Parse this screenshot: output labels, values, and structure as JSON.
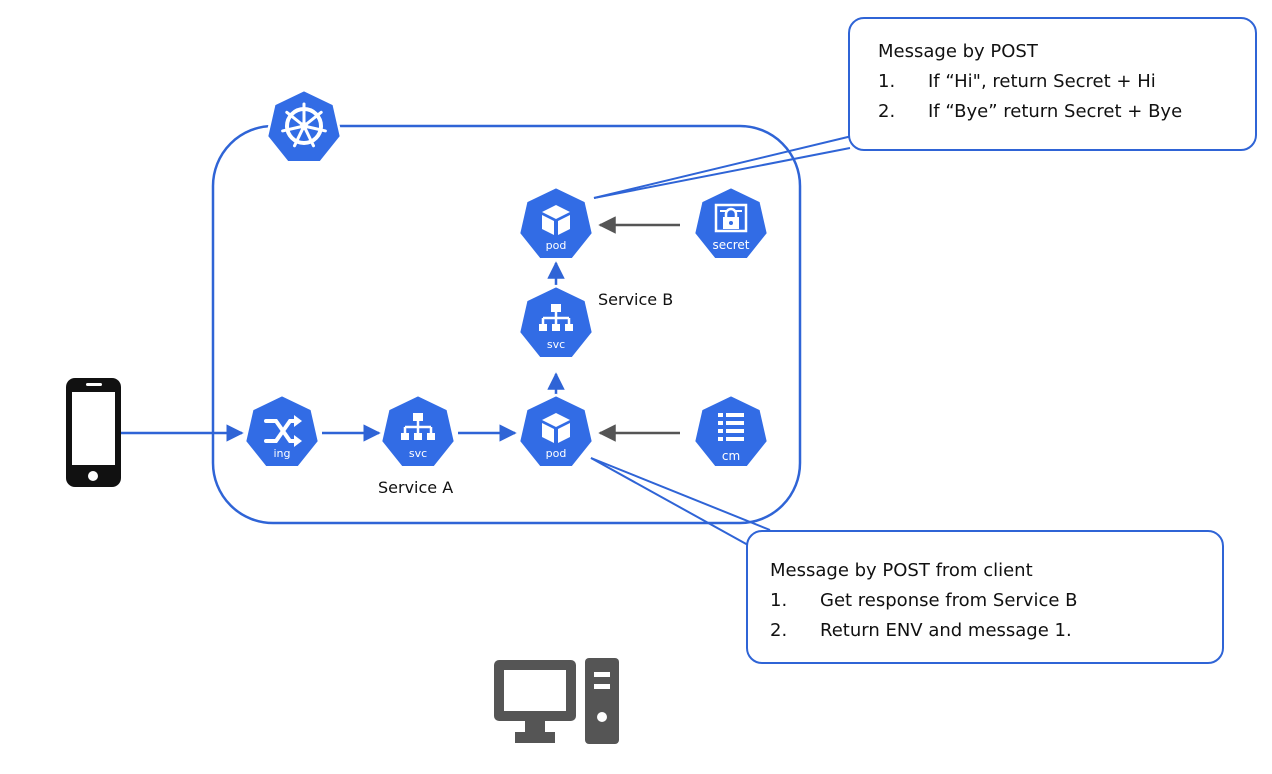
{
  "diagram": {
    "colors": {
      "accent": "#2f64d6",
      "k8s_blue": "#326ce5",
      "arrow_gray": "#555555",
      "device": "#111111",
      "computer": "#555555"
    },
    "nodes": {
      "ingress": {
        "icon": "ingress-icon",
        "label": "ing"
      },
      "svc_a": {
        "icon": "service-icon",
        "label": "svc"
      },
      "pod_a": {
        "icon": "pod-icon",
        "label": "pod"
      },
      "svc_b": {
        "icon": "service-icon",
        "label": "svc"
      },
      "pod_b": {
        "icon": "pod-icon",
        "label": "pod"
      },
      "secret": {
        "icon": "secret-icon",
        "label": "secret"
      },
      "cm": {
        "icon": "configmap-icon",
        "label": "cm"
      }
    },
    "labels": {
      "service_a": "Service A",
      "service_b": "Service B"
    },
    "callout_b": {
      "title": "Message by POST",
      "items": [
        {
          "num": "1.",
          "text": "If “Hi\", return Secret + Hi"
        },
        {
          "num": "2.",
          "text": "If “Bye” return Secret + Bye"
        }
      ]
    },
    "callout_a": {
      "title": "Message by POST from client",
      "items": [
        {
          "num": "1.",
          "text": "Get response from Service B"
        },
        {
          "num": "2.",
          "text": "Return ENV and message 1."
        }
      ]
    }
  }
}
